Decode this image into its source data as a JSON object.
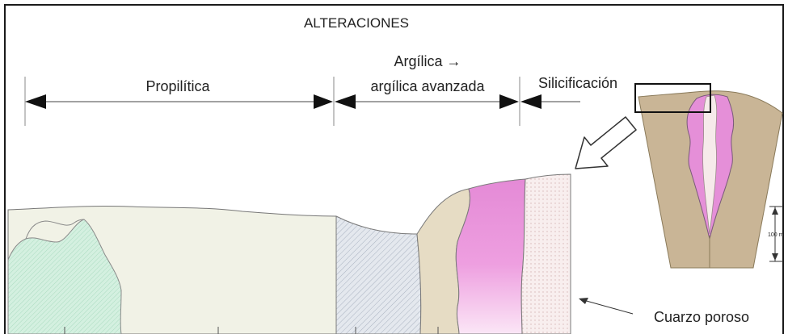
{
  "title": "ALTERACIONES",
  "zones": {
    "propilitica": "Propilítica",
    "arg_line1": "Argílica →",
    "arg_line2": "argílica avanzada",
    "silicificacion": "Silicificación"
  },
  "scale_label": "100 m",
  "callout": "Cuarzo poroso",
  "colors": {
    "border": "#1a1a1a",
    "propylitic": "#f1f2e6",
    "chlorite": "#cfeedd",
    "argillic": "#dde2e8",
    "sericite": "#e6dcc4",
    "advanced_argillic": "#e58fd8",
    "silica": "#f6ecec",
    "vein_host": "#c9b596"
  },
  "icons": [
    "arrowhead-icon",
    "hollow-arrow-icon"
  ]
}
